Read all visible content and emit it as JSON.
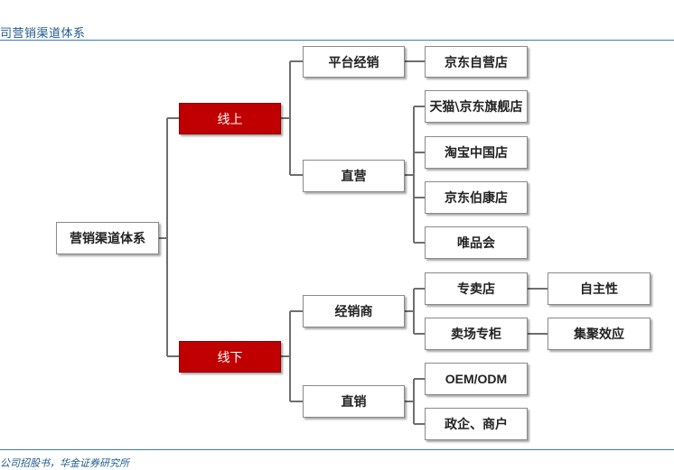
{
  "header": {
    "title": "司营销渠道体系"
  },
  "footer": {
    "text": "公司招股书，华金证券研究所"
  },
  "diagram": {
    "root": "营销渠道体系",
    "online": "线上",
    "offline": "线下",
    "platform_distribution": "平台经销",
    "jd_self_store": "京东自营店",
    "direct_operation": "直营",
    "tmall_jd_flagship": "天猫\\京东旗舰店",
    "taobao_china_store": "淘宝中国店",
    "jd_bokang_store": "京东伯康店",
    "vipshop": "唯品会",
    "distributor": "经销商",
    "exclusive_store": "专卖店",
    "self_owned": "自主性",
    "counter": "卖场专柜",
    "aggregation_effect": "集聚效应",
    "direct_sales": "直销",
    "oem_odm": "OEM/ODM",
    "gov_enterprise": "政企、商户"
  }
}
